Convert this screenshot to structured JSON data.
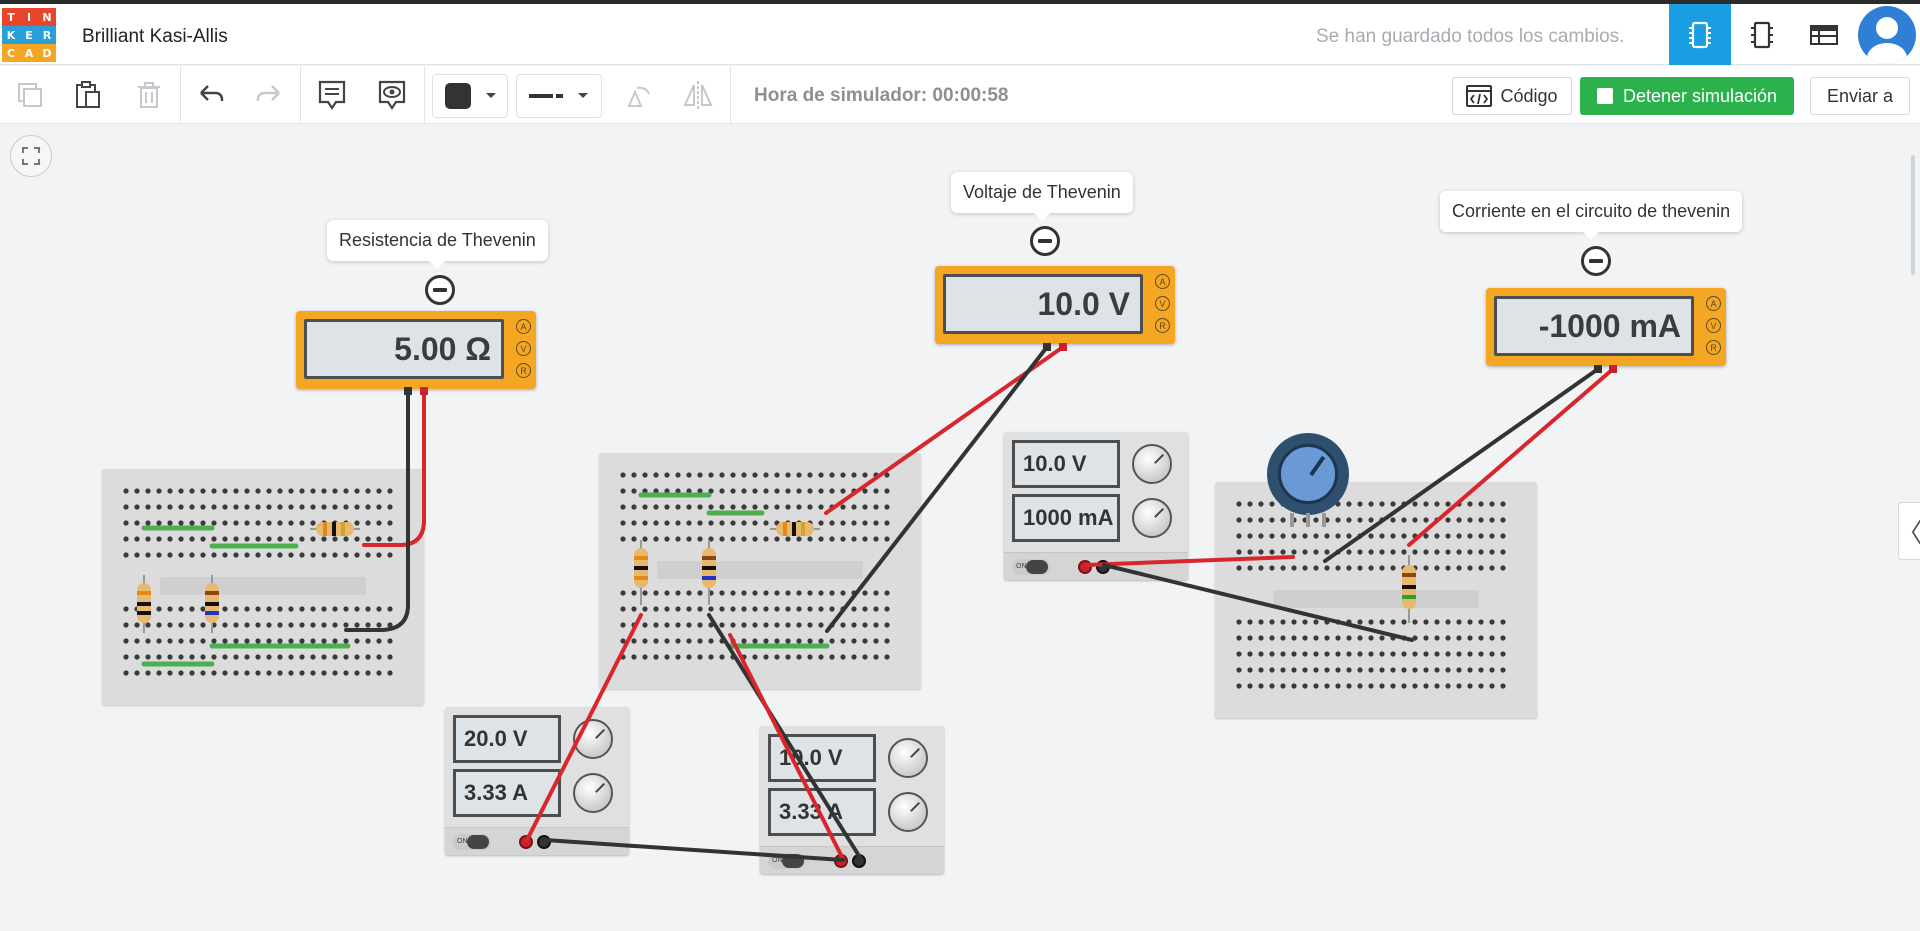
{
  "app": {
    "logo_letters": [
      "T",
      "I",
      "N",
      "K",
      "E",
      "R",
      "C",
      "A",
      "D"
    ],
    "logo_colors": [
      "#e8452c",
      "#e8452c",
      "#e8452c",
      "#2a9fd8",
      "#2a9fd8",
      "#2a9fd8",
      "#f5a623",
      "#f5a623",
      "#f5a623"
    ],
    "project_name": "Brilliant Kasi-Allis",
    "save_status": "Se han guardado todos los cambios.",
    "accent_color": "#1a9ee3"
  },
  "header_buttons": [
    {
      "icon": "circuit-view-icon",
      "active": true
    },
    {
      "icon": "chip-icon",
      "active": false
    },
    {
      "icon": "component-list-icon",
      "active": false
    }
  ],
  "toolbar": {
    "icons": [
      "copy-icon",
      "paste-icon",
      "delete-icon",
      "undo-icon",
      "redo-icon",
      "notes-icon",
      "notes-visibility-icon"
    ],
    "color_swatch": "#333333",
    "line_style_icon": "wire-style-icon",
    "extra_icons": [
      "rotate-icon",
      "flip-icon"
    ],
    "sim_time": "Hora de simulador: 00:00:58",
    "code_label": "Código",
    "stop_label": "Detener simulación",
    "send_label": "Enviar a",
    "stop_color": "#2bb24c"
  },
  "canvas": {
    "side_panel_toggle": "〈",
    "notes": [
      {
        "text": "Resistencia de Thevenin"
      },
      {
        "text": "Voltaje de Thevenin"
      },
      {
        "text": "Corriente en el circuito de thevenin"
      }
    ],
    "multimeters": [
      {
        "reading": "5.00 Ω",
        "modes": [
          "A",
          "V",
          "R"
        ]
      },
      {
        "reading": "10.0 V",
        "modes": [
          "A",
          "V",
          "R"
        ]
      },
      {
        "reading": "-1000 mA",
        "modes": [
          "A",
          "V",
          "R"
        ]
      }
    ],
    "power_supplies": [
      {
        "voltage": "10.0 V",
        "current": "1000 mA",
        "switch": "ON"
      },
      {
        "voltage": "20.0 V",
        "current": "3.33 A",
        "switch": "ON"
      },
      {
        "voltage": "10.0 V",
        "current": "3.33 A",
        "switch": "ON"
      }
    ],
    "wire_colors": {
      "positive": "#d9262c",
      "negative": "#333333"
    }
  }
}
